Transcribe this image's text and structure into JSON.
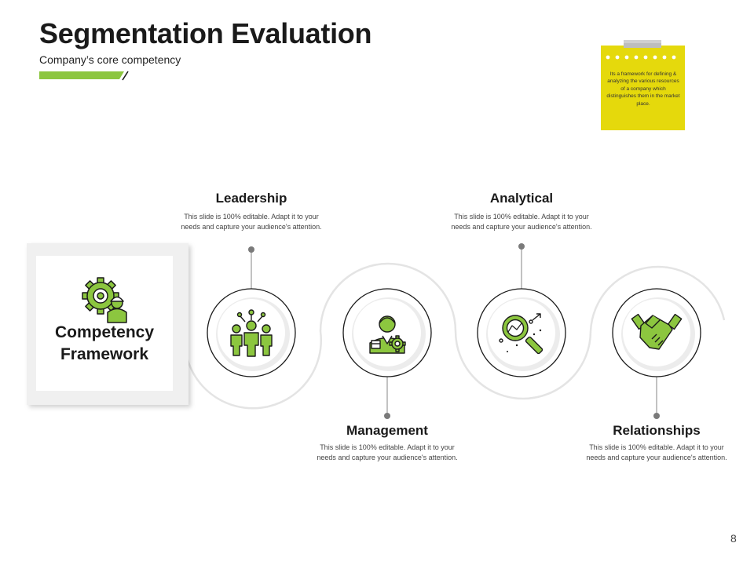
{
  "slide": {
    "title": "Segmentation Evaluation",
    "subtitle": "Company’s core competency",
    "page_number": "8"
  },
  "note": {
    "text": "Its a framework for defining & analyzing the various resources of a company which distinguishes them in the market place."
  },
  "framework": {
    "line1": "Competency",
    "line2": "Framework",
    "icon": "gear-worker-icon"
  },
  "items": [
    {
      "title": "Leadership",
      "description": "This slide is 100% editable. Adapt it to your needs and capture your audience's attention.",
      "icon": "team-icon"
    },
    {
      "title": "Management",
      "description": "This slide is 100% editable. Adapt it to your needs and capture your audience's attention.",
      "icon": "manager-gear-icon"
    },
    {
      "title": "Analytical",
      "description": "This slide is 100% editable. Adapt it to your needs and capture your audience's attention.",
      "icon": "magnifier-chart-icon"
    },
    {
      "title": "Relationships",
      "description": "This slide is 100% editable. Adapt it to your needs and capture your audience's attention.",
      "icon": "handshake-icon"
    }
  ],
  "colors": {
    "accent_green": "#8cc63f",
    "note_yellow": "#e5d90c",
    "icon_stroke": "#1a1a1a"
  }
}
